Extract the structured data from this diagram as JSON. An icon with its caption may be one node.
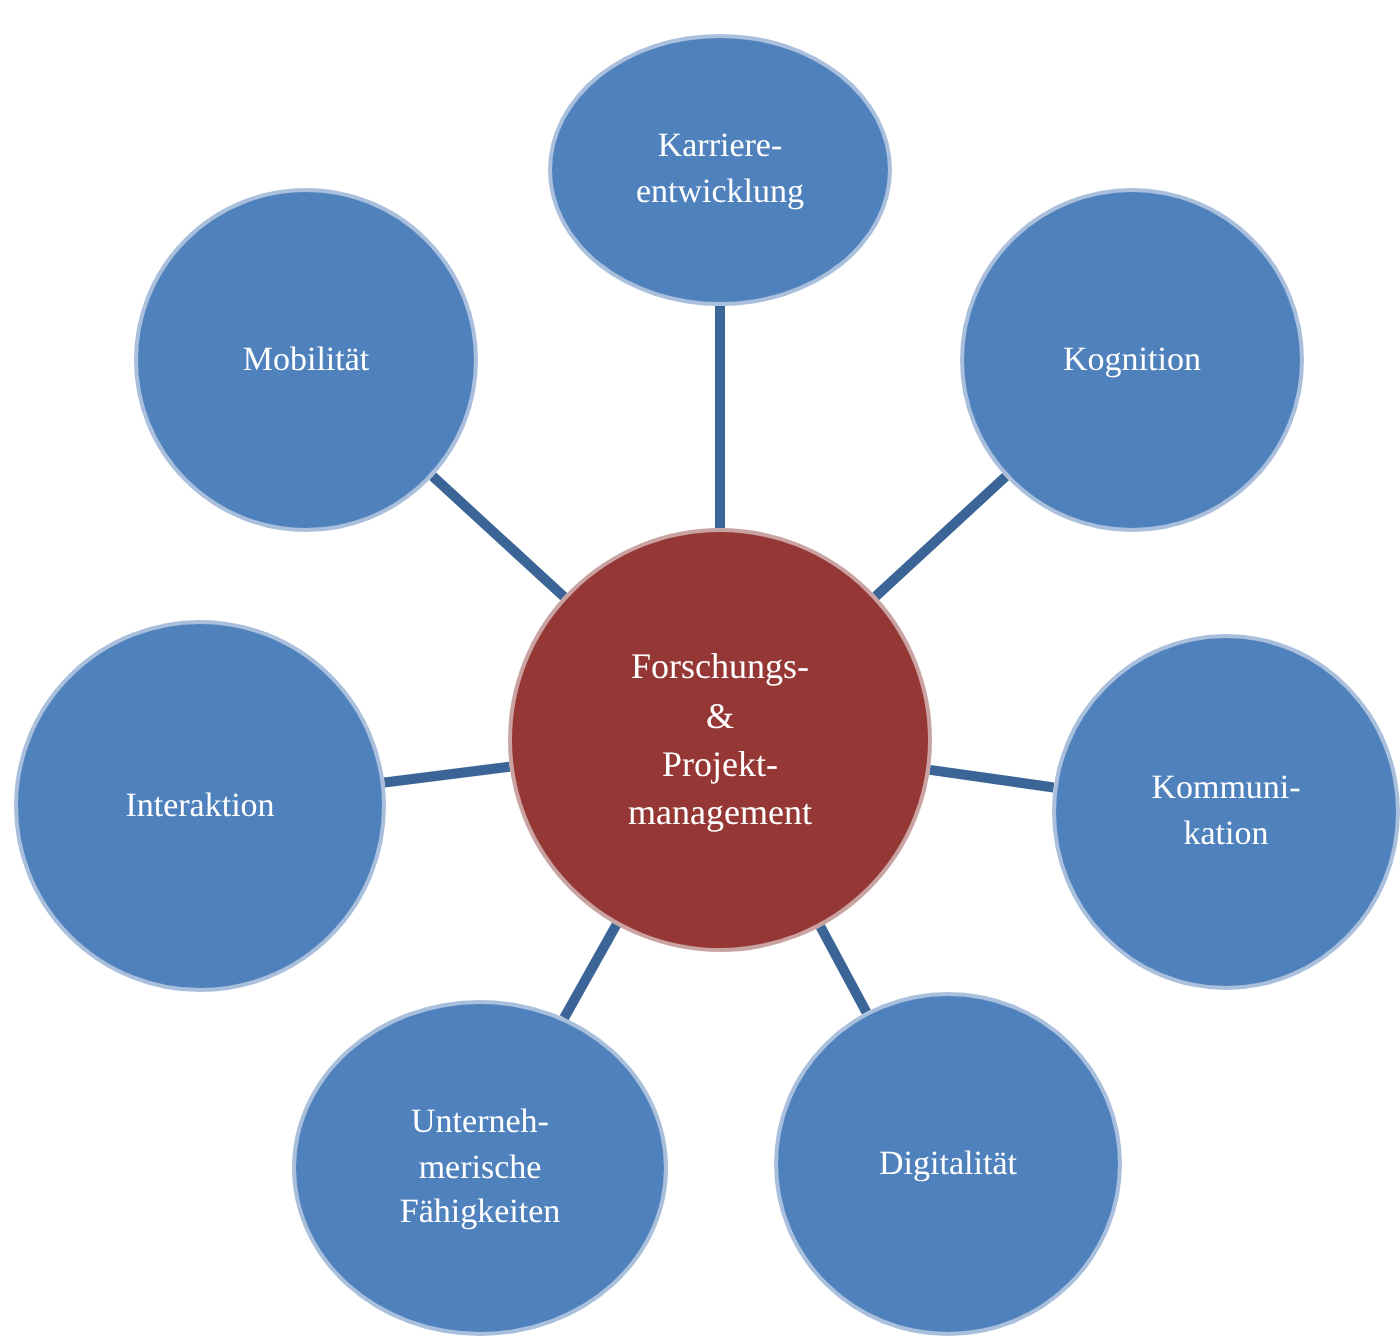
{
  "diagram": {
    "nodes": [
      {
        "text": [
          "Forschungs- & Projekt- management"
        ]
      },
      {
        "text": [
          "Karriere- entwicklung"
        ]
      },
      {
        "text": [
          "Kognition"
        ]
      },
      {
        "text": [
          "Kommuni- kation"
        ]
      },
      {
        "text": [
          "Digitalität"
        ]
      },
      {
        "text": [
          "Unterneh- merische Fähigkeiten"
        ]
      },
      {
        "text": [
          "Interaktion"
        ]
      },
      {
        "text": [
          "Mobilität"
        ]
      }
    ],
    "edges": [
      {
        "from": 0,
        "to": 1,
        "arrow": "none"
      },
      {
        "from": 0,
        "to": 2,
        "arrow": "none"
      },
      {
        "from": 0,
        "to": 3,
        "arrow": "none"
      },
      {
        "from": 0,
        "to": 4,
        "arrow": "none"
      },
      {
        "from": 0,
        "to": 5,
        "arrow": "none"
      },
      {
        "from": 0,
        "to": 6,
        "arrow": "none"
      },
      {
        "from": 0,
        "to": 7,
        "arrow": "none"
      }
    ]
  }
}
